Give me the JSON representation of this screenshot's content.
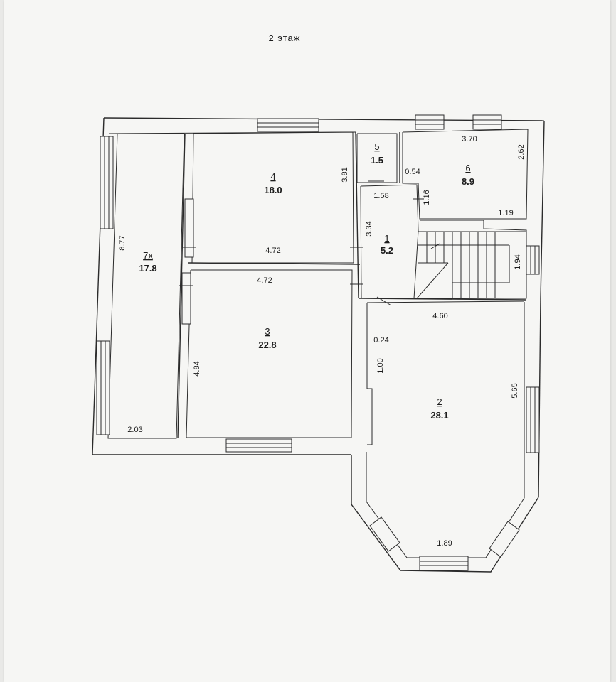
{
  "plan": {
    "title": "2 этаж",
    "rooms": [
      {
        "number": "1",
        "area": "5.2"
      },
      {
        "number": "2",
        "area": "28.1"
      },
      {
        "number": "3",
        "area": "22.8"
      },
      {
        "number": "4",
        "area": "18.0"
      },
      {
        "number": "5",
        "area": "1.5"
      },
      {
        "number": "6",
        "area": "8.9"
      },
      {
        "number": "7х",
        "area": "17.8"
      }
    ],
    "dimensions": [
      "8.77",
      "2.03",
      "4.72",
      "3.81",
      "4.72",
      "4.84",
      "1.58",
      "3.34",
      "0.54",
      "3.70",
      "2.62",
      "1.16",
      "1.19",
      "1.94",
      "4.60",
      "0.24",
      "1.00",
      "5.65",
      "1.89"
    ]
  }
}
